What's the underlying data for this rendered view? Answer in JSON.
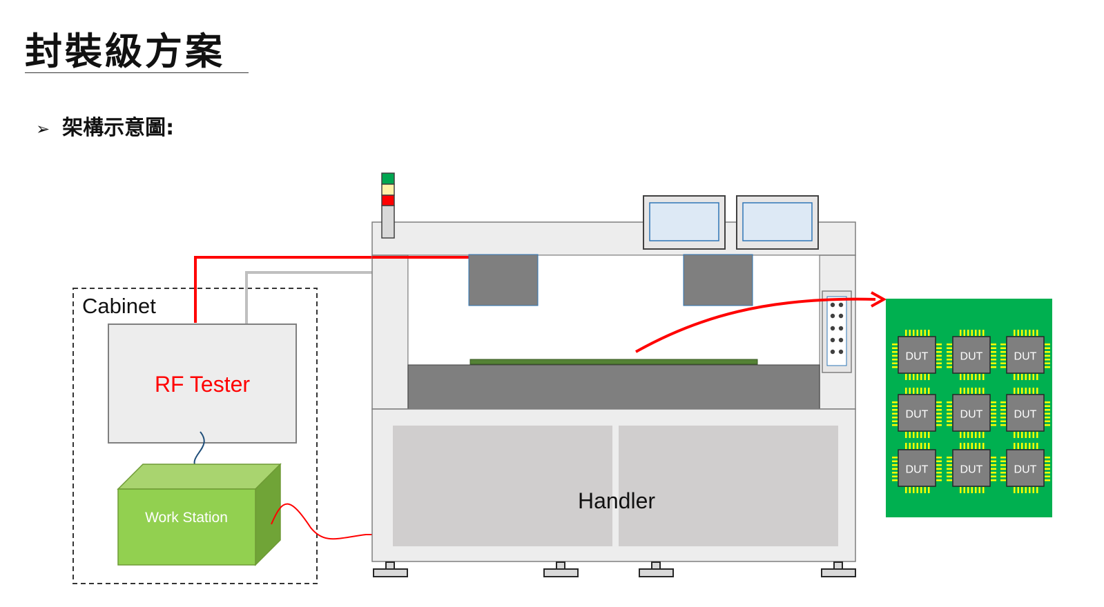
{
  "header": {
    "title": "封裝級方案",
    "subtitle_bullet": "➢",
    "subtitle": "架構示意圖:"
  },
  "diagram": {
    "cabinet_label": "Cabinet",
    "rf_tester_label": "RF Tester",
    "work_station_label": "Work Station",
    "handler_label": "Handler",
    "dut_label": "DUT",
    "dut_grid": {
      "rows": 3,
      "cols": 3
    },
    "signal_light": [
      "#00a651",
      "#fff2a8",
      "#ff0000"
    ]
  },
  "colors": {
    "rf_cable": "#ff0000",
    "data_cable": "#bfbfbf",
    "pcb_board": "#00b050",
    "work_station": "#92d050",
    "handler_panel": "#d0cece",
    "chip": "#7f7f7f",
    "chip_pins": "#ffff00"
  }
}
